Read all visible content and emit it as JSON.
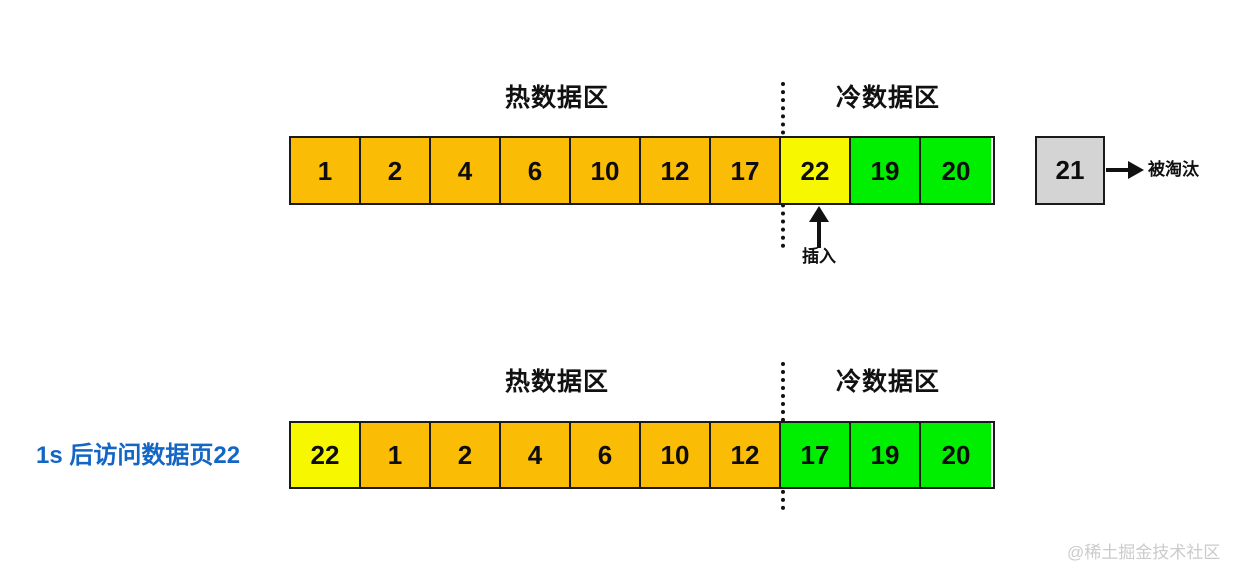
{
  "colors": {
    "hot": "#FBBC05",
    "cold": "#00EE00",
    "insert": "#F7F700",
    "evicted": "#D4D4D4",
    "note": "#1366C4",
    "outline": "#1A1A1A",
    "watermark": "#CBCBCB"
  },
  "diagram": {
    "zone_labels": {
      "hot": "热数据区",
      "cold": "冷数据区"
    },
    "before": {
      "cells": [
        {
          "value": "1",
          "zone": "hot"
        },
        {
          "value": "2",
          "zone": "hot"
        },
        {
          "value": "4",
          "zone": "hot"
        },
        {
          "value": "6",
          "zone": "hot"
        },
        {
          "value": "10",
          "zone": "hot"
        },
        {
          "value": "12",
          "zone": "hot"
        },
        {
          "value": "17",
          "zone": "hot"
        },
        {
          "value": "22",
          "zone": "insert"
        },
        {
          "value": "19",
          "zone": "cold"
        },
        {
          "value": "20",
          "zone": "cold"
        }
      ],
      "insert_label": "插入",
      "evicted_value": "21",
      "evicted_label": "被淘汰"
    },
    "after": {
      "note": "1s 后访问数据页22",
      "cells": [
        {
          "value": "22",
          "zone": "insert"
        },
        {
          "value": "1",
          "zone": "hot"
        },
        {
          "value": "2",
          "zone": "hot"
        },
        {
          "value": "4",
          "zone": "hot"
        },
        {
          "value": "6",
          "zone": "hot"
        },
        {
          "value": "10",
          "zone": "hot"
        },
        {
          "value": "12",
          "zone": "hot"
        },
        {
          "value": "17",
          "zone": "cold"
        },
        {
          "value": "19",
          "zone": "cold"
        },
        {
          "value": "20",
          "zone": "cold"
        }
      ]
    }
  },
  "watermark": "@稀土掘金技术社区"
}
